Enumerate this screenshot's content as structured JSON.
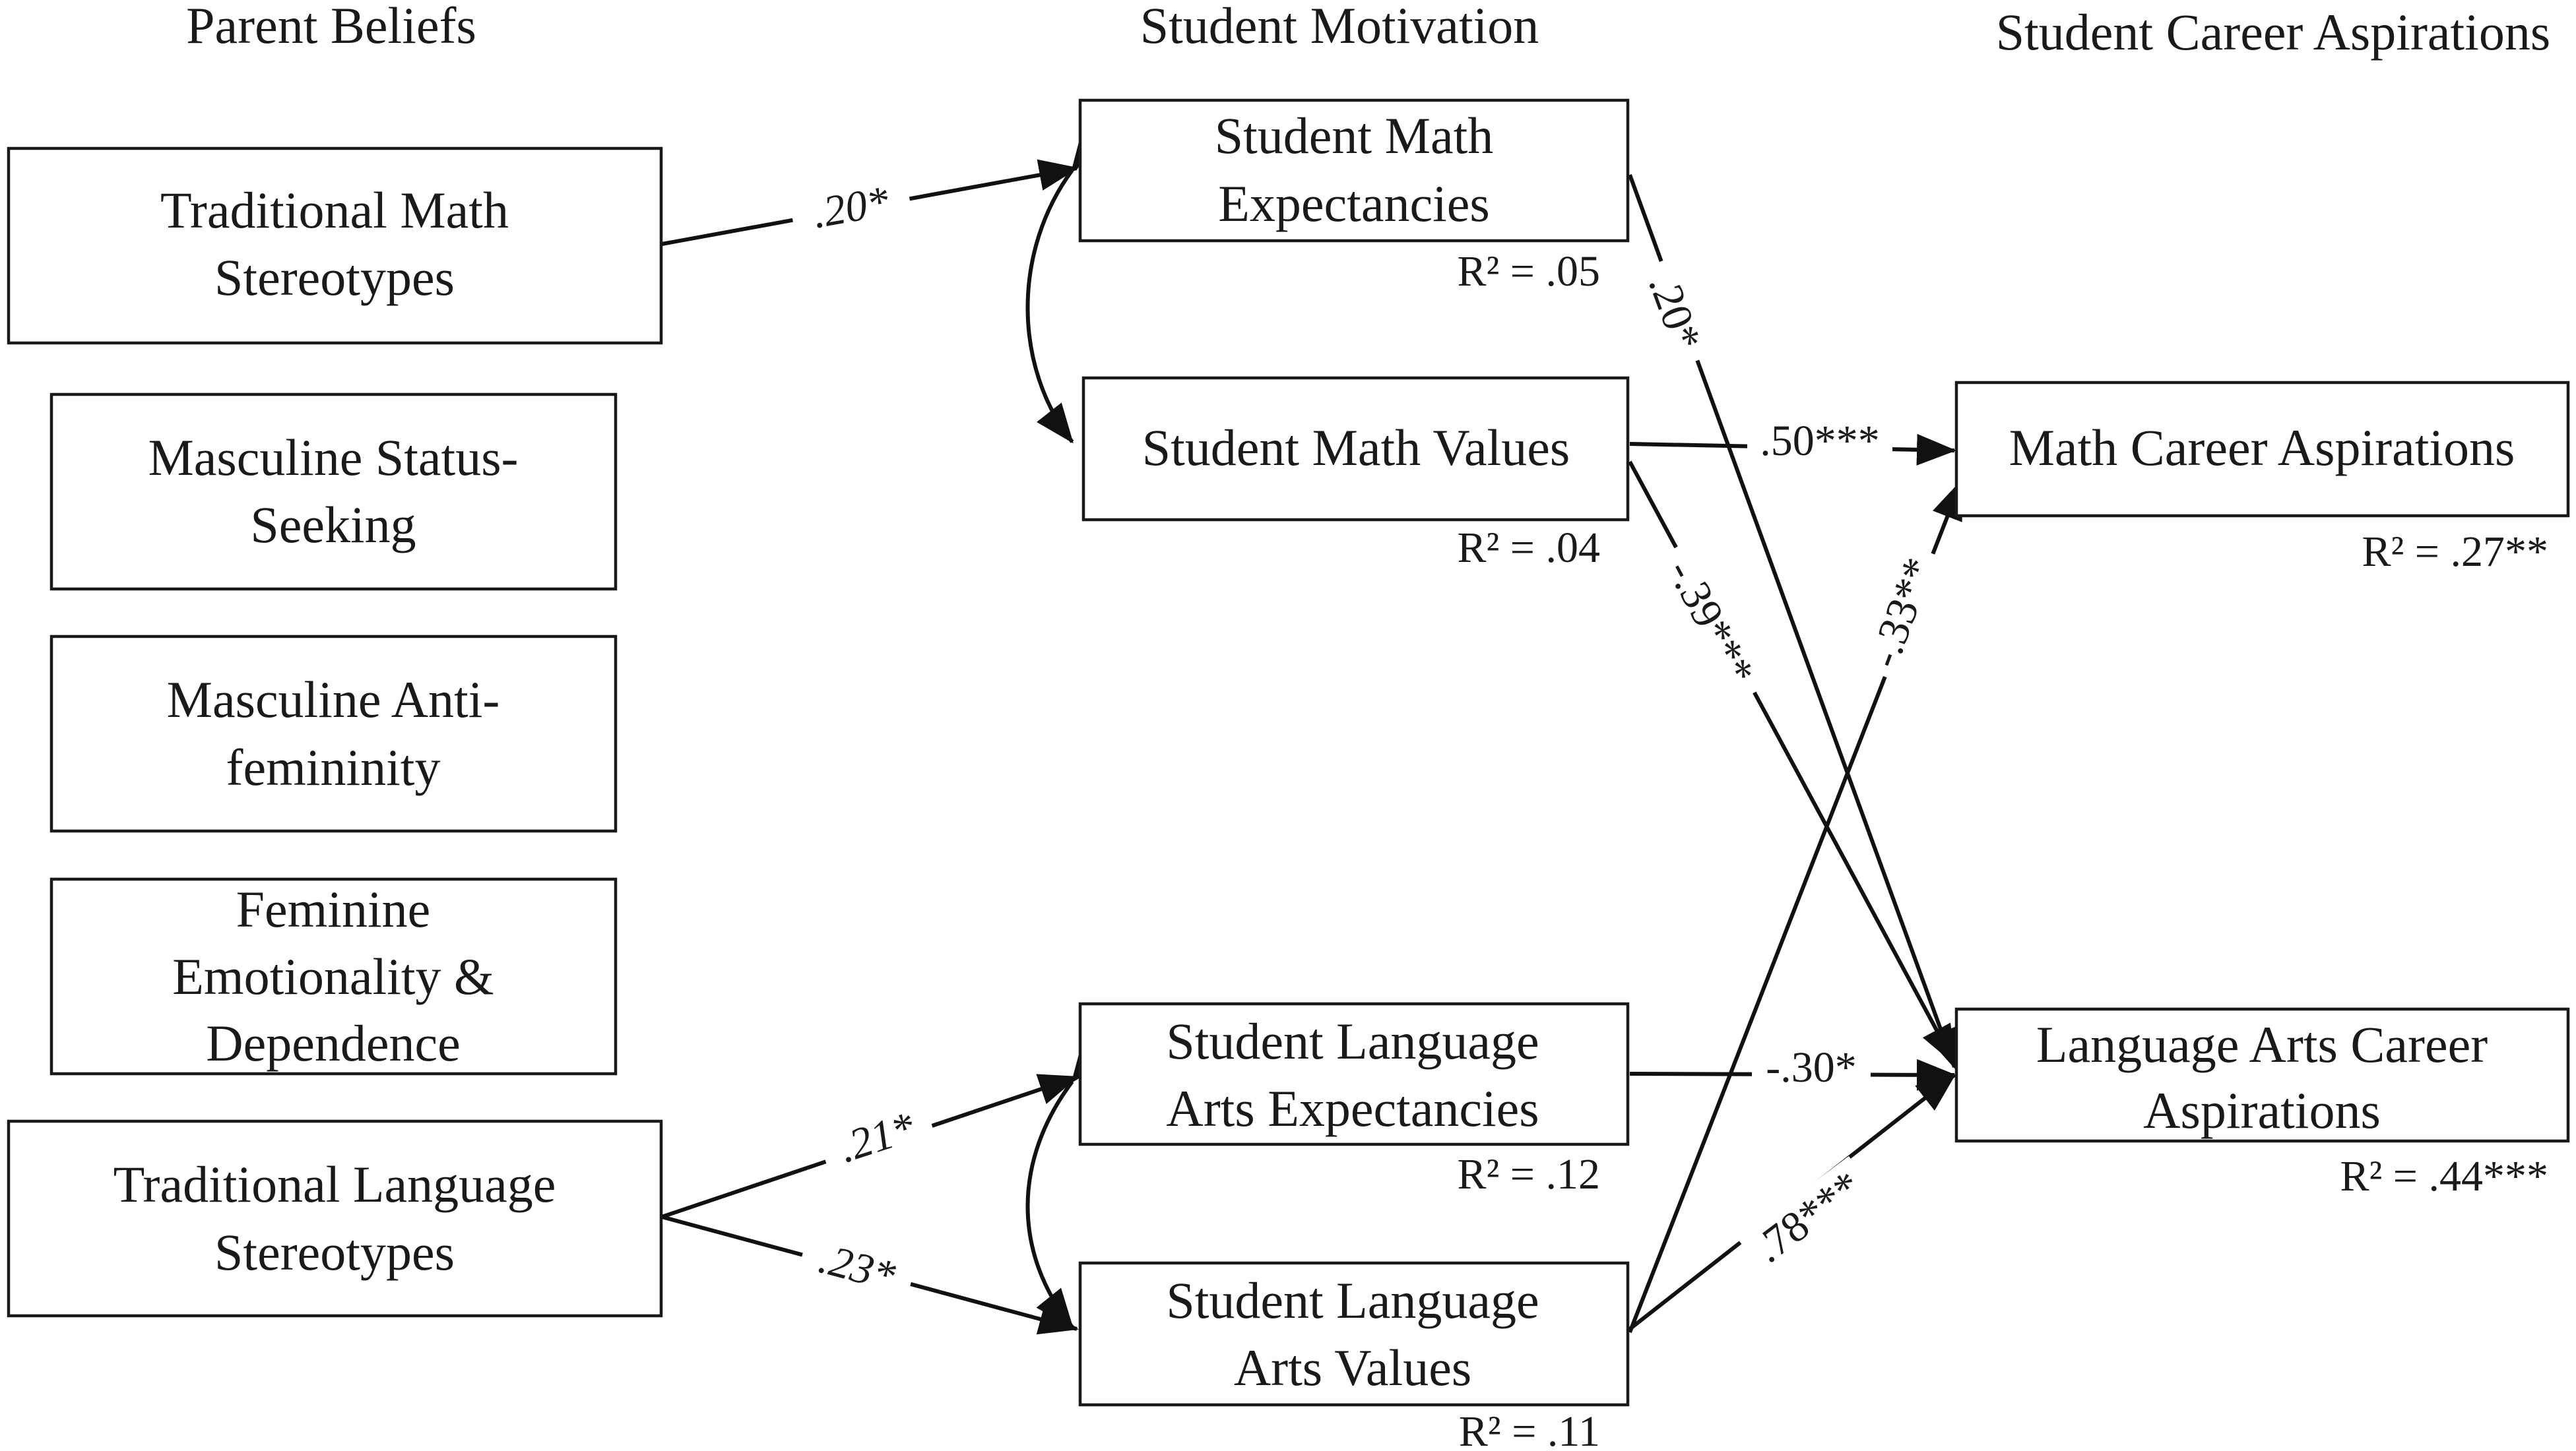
{
  "headers": {
    "parent": "Parent Beliefs",
    "motivation": "Student Motivation",
    "career": "Student Career Aspirations"
  },
  "nodes": {
    "trad_math": [
      "Traditional Math",
      "Stereotypes"
    ],
    "masc_status": [
      "Masculine Status-",
      "Seeking"
    ],
    "masc_anti": [
      "Masculine Anti-",
      "femininity"
    ],
    "fem_emo": [
      "Feminine",
      "Emotionality &",
      "Dependence"
    ],
    "trad_lang": [
      "Traditional Language",
      "Stereotypes"
    ],
    "math_exp": [
      "Student Math",
      "Expectancies"
    ],
    "math_val": [
      "Student Math Values"
    ],
    "la_exp": [
      "Student Language",
      "Arts Expectancies"
    ],
    "la_val": [
      "Student Language",
      "Arts Values"
    ],
    "math_career": [
      "Math Career Aspirations"
    ],
    "la_career": [
      "Language Arts Career",
      "Aspirations"
    ]
  },
  "r2": {
    "math_exp": "R² = .05",
    "math_val": "R² = .04",
    "la_exp": "R² = .12",
    "la_val": "R² = .11",
    "math_career": "R² = .27**",
    "la_career": "R² = .44***"
  },
  "paths": [
    {
      "id": "trad-math-to-math-exp",
      "label": ".20*"
    },
    {
      "id": "trad-lang-to-la-exp",
      "label": ".21*"
    },
    {
      "id": "trad-lang-to-la-val",
      "label": ".23*"
    },
    {
      "id": "math-exp-to-la-career",
      "label": ".20*"
    },
    {
      "id": "math-val-to-math-career",
      "label": ".50***"
    },
    {
      "id": "math-val-to-la-career",
      "label": "-.39***"
    },
    {
      "id": "la-val-to-math-career",
      "label": "-.33**"
    },
    {
      "id": "la-exp-to-la-career",
      "label": "-.30*"
    },
    {
      "id": "la-val-to-la-career",
      "label": ".78***"
    }
  ]
}
